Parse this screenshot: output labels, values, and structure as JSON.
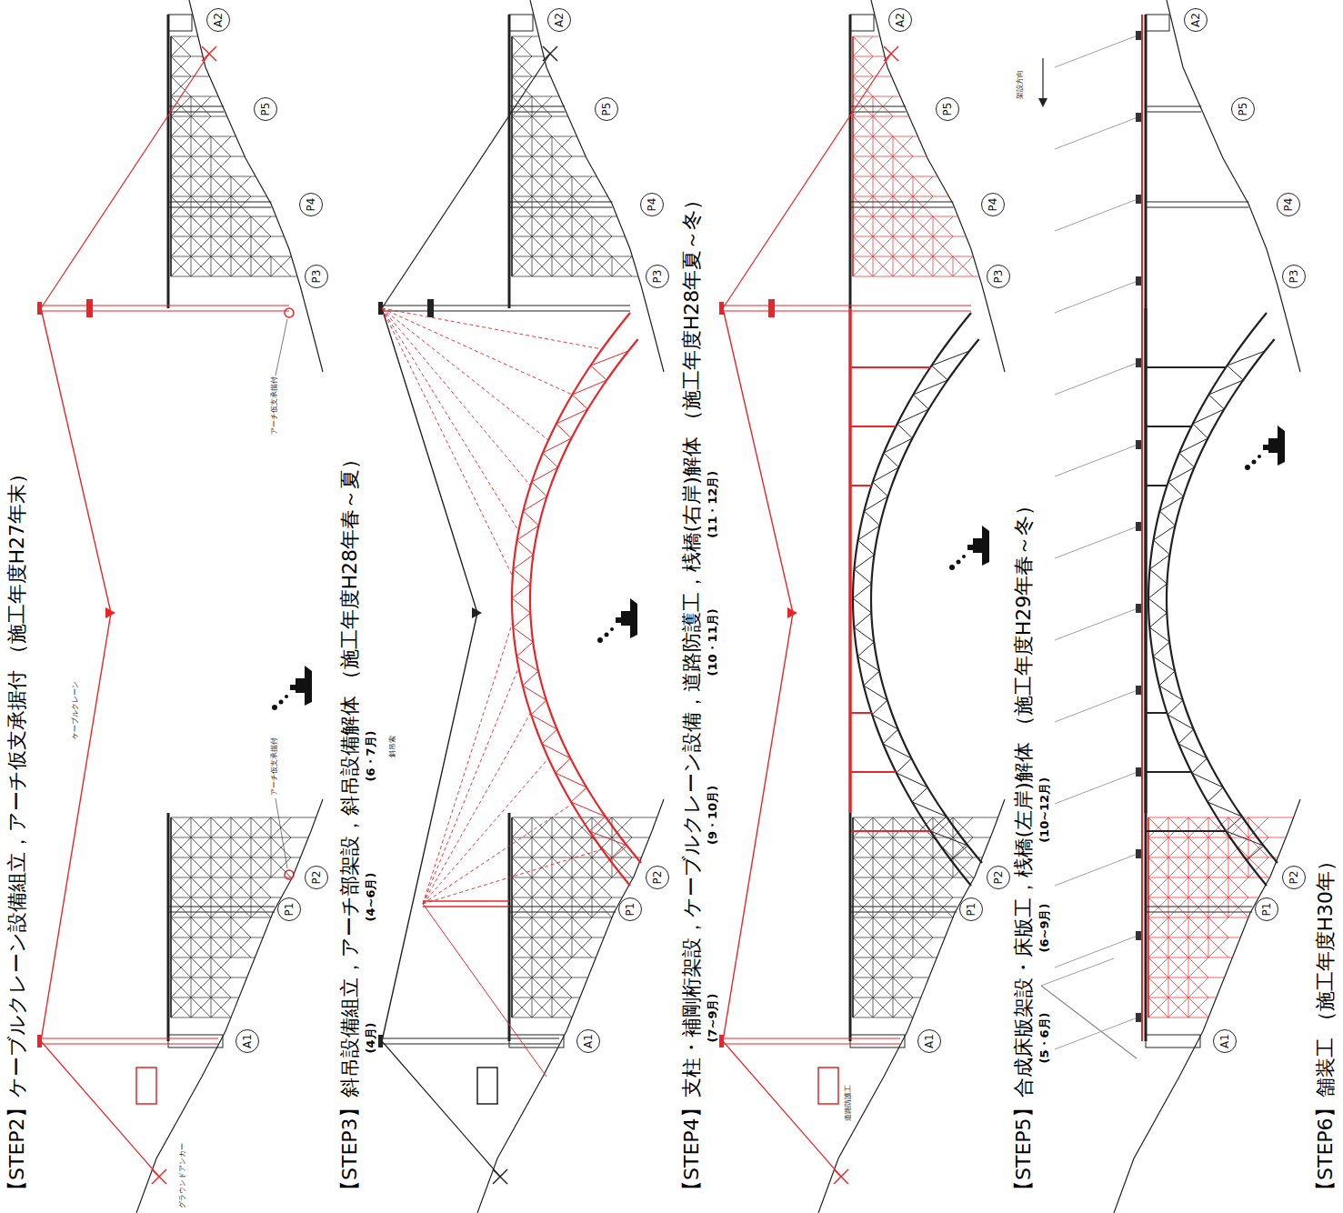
{
  "diagram": {
    "nodes": [
      {
        "text": [
          "A1"
        ]
      },
      {
        "text": [
          "P1"
        ]
      },
      {
        "text": [
          "P2"
        ]
      },
      {
        "text": [
          "P3"
        ]
      },
      {
        "text": [
          "P4"
        ]
      },
      {
        "text": [
          "P5"
        ]
      },
      {
        "text": [
          "A2"
        ]
      },
      {
        "text": [
          "A1"
        ]
      },
      {
        "text": [
          "P1"
        ]
      },
      {
        "text": [
          "P2"
        ]
      },
      {
        "text": [
          "P3"
        ]
      },
      {
        "text": [
          "P4"
        ]
      },
      {
        "text": [
          "P5"
        ]
      },
      {
        "text": [
          "A2"
        ]
      },
      {
        "text": [
          "A1"
        ]
      },
      {
        "text": [
          "P1"
        ]
      },
      {
        "text": [
          "P2"
        ]
      },
      {
        "text": [
          "P3"
        ]
      },
      {
        "text": [
          "P4"
        ]
      },
      {
        "text": [
          "P5"
        ]
      },
      {
        "text": [
          "A2"
        ]
      },
      {
        "text": [
          "A1"
        ]
      },
      {
        "text": [
          "P1"
        ]
      },
      {
        "text": [
          "P2"
        ]
      },
      {
        "text": [
          "P3"
        ]
      },
      {
        "text": [
          "P4"
        ]
      },
      {
        "text": [
          "P5"
        ]
      },
      {
        "text": [
          "A2"
        ]
      }
    ],
    "labels": [
      "【STEP2】ケーブルクレーン設備組立，アーチ仮支承据付 （施工年度H27年末）",
      "【STEP3】斜吊設備組立，アーチ部架設，斜吊設備解体 （施工年度H28年春～夏）",
      "(4月)",
      "(4~6月)",
      "(6・7月)",
      "【STEP4】支柱・補剛桁架設，ケーブルクレーン設備，道路防護工，桟橋(右岸)解体 （施工年度H28年夏～冬）",
      "(7~9月)",
      "(9・10月)",
      "(10・11月)",
      "(11・12月)",
      "【STEP5】合成床版架設・床版工，桟橋(左岸)解体 （施工年度H29年春～冬）",
      "(5・6月)",
      "(6~9月)",
      "(10~12月)",
      "【STEP6】舗装工 （施工年度H30年）",
      "ケーブルクレーン",
      "グラウンドアンカー",
      "アーチ仮支承据付",
      "アーチ仮支承据付",
      "斜吊索",
      "道路防護工",
      "架設方向"
    ]
  }
}
